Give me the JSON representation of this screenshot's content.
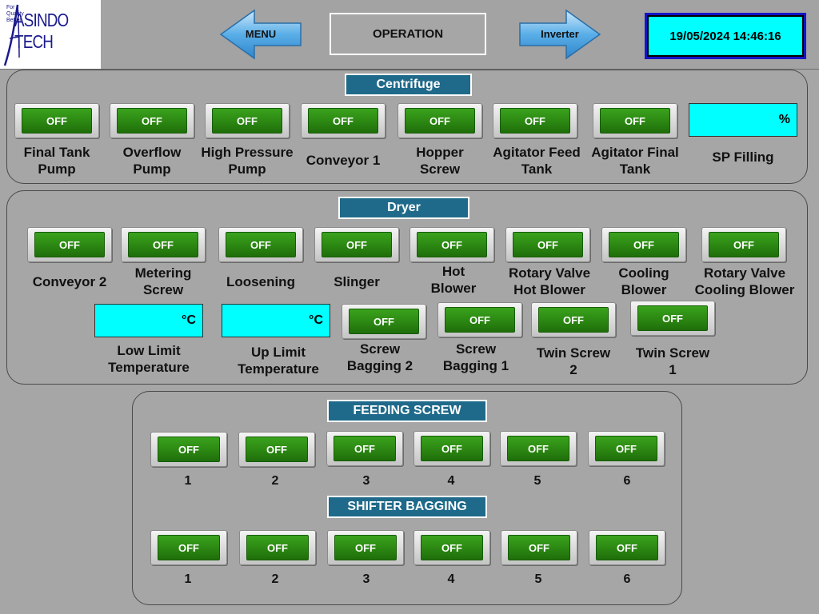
{
  "header": {
    "logo_text": "ASINDO TECH",
    "logo_tagline": "For Quality Better",
    "menu_label": "MENU",
    "title": "OPERATION",
    "inverter_label": "Inverter",
    "datetime": "19/05/2024 14:46:16"
  },
  "centrifuge": {
    "title": "Centrifuge",
    "buttons": [
      {
        "state": "OFF",
        "label": "Final Tank\nPump"
      },
      {
        "state": "OFF",
        "label": "Overflow\nPump"
      },
      {
        "state": "OFF",
        "label": "High Pressure\nPump"
      },
      {
        "state": "OFF",
        "label": "Conveyor 1"
      },
      {
        "state": "OFF",
        "label": "Hopper\nScrew"
      },
      {
        "state": "OFF",
        "label": "Agitator Feed\nTank"
      },
      {
        "state": "OFF",
        "label": "Agitator Final\nTank"
      }
    ],
    "sp_filling": {
      "unit": "%",
      "label": "SP Filling"
    }
  },
  "dryer": {
    "title": "Dryer",
    "buttons": [
      {
        "state": "OFF",
        "label": "Conveyor 2"
      },
      {
        "state": "OFF",
        "label": "Metering\nScrew"
      },
      {
        "state": "OFF",
        "label": "Loosening"
      },
      {
        "state": "OFF",
        "label": "Slinger"
      },
      {
        "state": "OFF",
        "label": "Hot\nBlower"
      },
      {
        "state": "OFF",
        "label": "Rotary Valve\nHot Blower"
      },
      {
        "state": "OFF",
        "label": "Cooling\nBlower"
      },
      {
        "state": "OFF",
        "label": "Rotary Valve\nCooling Blower"
      },
      {
        "state": "OFF",
        "label": "Screw\nBagging 2"
      },
      {
        "state": "OFF",
        "label": "Screw\nBagging 1"
      },
      {
        "state": "OFF",
        "label": "Twin Screw\n2"
      },
      {
        "state": "OFF",
        "label": "Twin Screw\n1"
      }
    ],
    "low_limit": {
      "unit": "°C",
      "label": "Low Limit\nTemperature"
    },
    "up_limit": {
      "unit": "°C",
      "label": "Up Limit\nTemperature"
    }
  },
  "feeding_screw": {
    "title": "FEEDING SCREW",
    "buttons": [
      {
        "state": "OFF",
        "label": "1"
      },
      {
        "state": "OFF",
        "label": "2"
      },
      {
        "state": "OFF",
        "label": "3"
      },
      {
        "state": "OFF",
        "label": "4"
      },
      {
        "state": "OFF",
        "label": "5"
      },
      {
        "state": "OFF",
        "label": "6"
      }
    ]
  },
  "shifter_bagging": {
    "title": "SHIFTER BAGGING",
    "buttons": [
      {
        "state": "OFF",
        "label": "1"
      },
      {
        "state": "OFF",
        "label": "2"
      },
      {
        "state": "OFF",
        "label": "3"
      },
      {
        "state": "OFF",
        "label": "4"
      },
      {
        "state": "OFF",
        "label": "5"
      },
      {
        "state": "OFF",
        "label": "6"
      }
    ]
  },
  "colors": {
    "background": "#a6a6a6",
    "button_green": "#2e8c14",
    "title_blue": "#1f6a8a",
    "field_cyan": "#00ffff",
    "clock_border": "#1414c8",
    "arrow_blue": "#5aaee8"
  }
}
